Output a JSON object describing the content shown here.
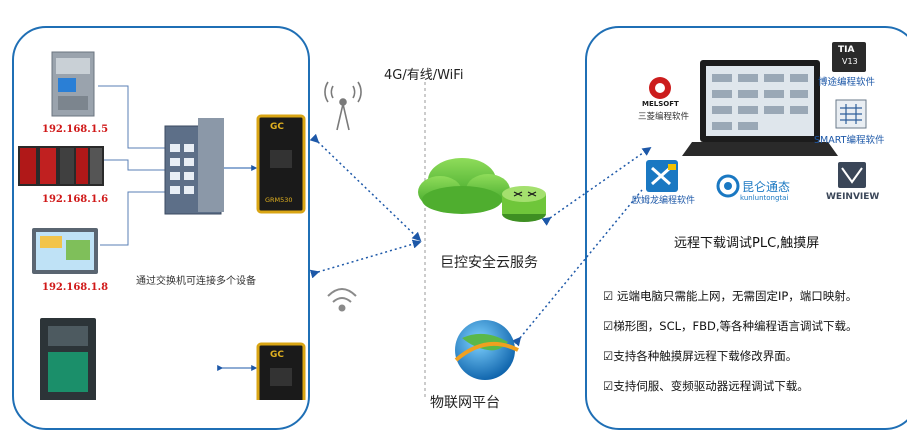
{
  "network_label": "4G/有线/WiFi",
  "cloud_label": "巨控安全云服务",
  "bottom_cut_label": "物联网平台",
  "left_panel": {
    "ips": [
      "192.168.1.5",
      "192.168.1.6",
      "192.168.1.8"
    ],
    "switch_note": "通过交换机可连接多个设备",
    "gateway_brand": "GC",
    "gateway_model": "GRM530"
  },
  "right_panel": {
    "title": "远程下载调试PLC,触摸屏",
    "software": {
      "melsoft": "MELSOFT",
      "mitsubishi": "三菱编程软件",
      "tia": "TIA",
      "tia_ver": "V13",
      "botu": "博途编程软件",
      "smart": "SMART编程软件",
      "omron": "欧姆龙编程软件",
      "kunlun": "昆仑通态",
      "kunlun_en": "kunluntongtai",
      "weinview": "WEINVIEW"
    },
    "features": [
      "☑ 远端电脑只需能上网，无需固定IP，端口映射。",
      "☑梯形图，SCL，FBD,等各种编程语言调试下载。",
      "☑支持各种触摸屏远程下载修改界面。",
      "☑支持伺服、变频驱动器远程调试下载。"
    ]
  },
  "colors": {
    "panel_border": "#1f6fb5",
    "ip_red": "#d01818",
    "link_blue": "#1d58a8",
    "cloud_green": "#5cbf3a",
    "router_green": "#6fc63a"
  }
}
